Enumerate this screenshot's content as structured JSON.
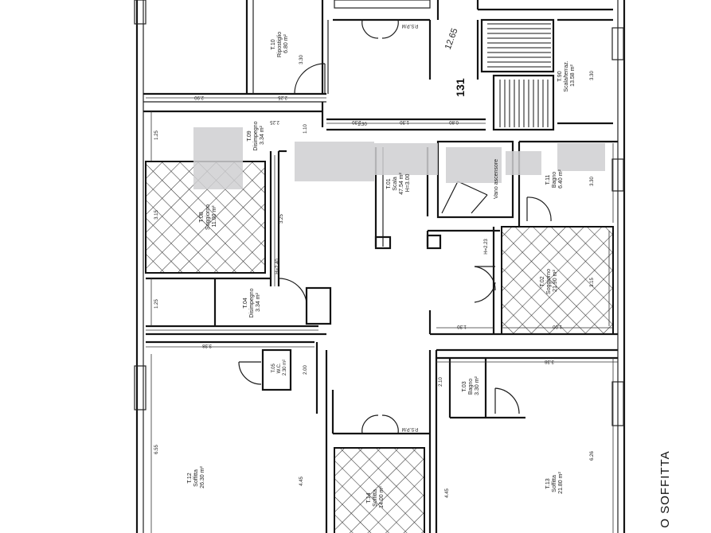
{
  "plan": {
    "title": "O SOFFITTA",
    "section_number": "131",
    "cut_height": "12.65",
    "rooms": [
      {
        "id": "r-top-left",
        "lines": [
          "T.10",
          "Ripostiglio",
          "6.80 m²"
        ]
      },
      {
        "id": "r-stairs",
        "lines": [
          "T.90",
          "Scala/terraz.",
          "13.58 m²"
        ]
      },
      {
        "id": "r-disimpegno-upper",
        "lines": [
          "T.09",
          "Disimpegno",
          "3.34 m²"
        ]
      },
      {
        "id": "r-central",
        "lines": [
          "T.01",
          "Scala",
          "47.54 m²",
          "H=3.00"
        ]
      },
      {
        "id": "r-vano",
        "lines": [
          "Vano ascensore"
        ]
      },
      {
        "id": "r-bagno-right",
        "lines": [
          "T.11",
          "Bagno",
          "6.40 m²"
        ]
      },
      {
        "id": "r-hatched-left",
        "lines": [
          "T.08",
          "Soggiorno",
          "11.00 m²"
        ]
      },
      {
        "id": "r-hatched-right",
        "lines": [
          "T.02",
          "Soggiorno",
          "21.90 m²"
        ]
      },
      {
        "id": "r-disimpegno-lower",
        "lines": [
          "T.04",
          "Disimpegno",
          "3.34 m²"
        ]
      },
      {
        "id": "r-wc",
        "lines": [
          "T.05",
          "W.C.",
          "2.30 m²"
        ]
      },
      {
        "id": "r-bagno-lower",
        "lines": [
          "T.03",
          "Bagno",
          "3.30 m²"
        ]
      },
      {
        "id": "r-bottom-left",
        "lines": [
          "T.12",
          "Soffitta",
          "26.30 m²"
        ]
      },
      {
        "id": "r-bottom-right",
        "lines": [
          "T.13",
          "Soffitta",
          "21.80 m²"
        ]
      },
      {
        "id": "r-bottom-mid",
        "lines": [
          "T.14",
          "Soffitta",
          "14.00 m²"
        ]
      }
    ],
    "dimensions": {
      "d_290": "2.90",
      "d_225a": "2.25",
      "d_225b": "2.25",
      "d_330a": "3.30",
      "d_330b": "3.30",
      "d_330c": "3.30",
      "d_125a": "1.25",
      "d_125b": "1.25",
      "d_130a": "1.30",
      "d_130b": "1.30",
      "d_130c": "1.30",
      "d_130d": "1.30",
      "d_110": "1.10",
      "d_080": "0.80",
      "d_100": "1.00",
      "d_315a": "3.15",
      "d_315b": "3.15",
      "d_325": "3.25",
      "d_338a": "3.38",
      "d_338b": "3.38",
      "d_200": "2.00",
      "d_210": "2.10",
      "d_655": "6.55",
      "d_626": "6.26",
      "d_445a": "4.45",
      "d_445b": "4.45",
      "d_h240": "H=2.40",
      "d_h223": "H=2.23",
      "d_p1": "P.S.P.M",
      "d_p2": "P.S.P.M"
    }
  }
}
